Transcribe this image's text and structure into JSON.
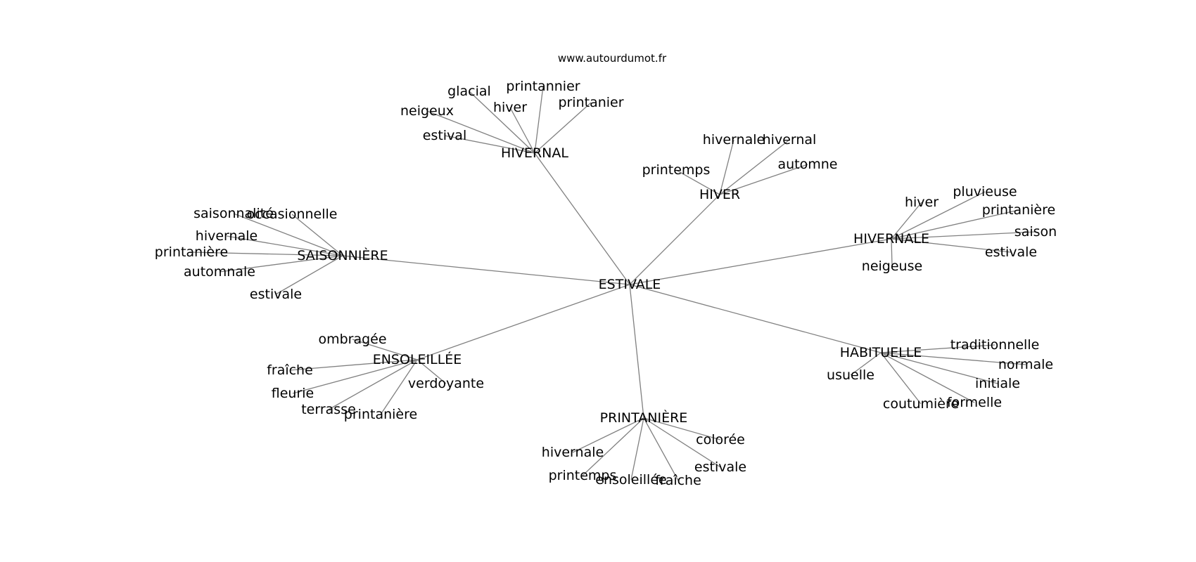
{
  "source": "www.autourdumot.fr",
  "colors": {
    "edge": "#808080",
    "text": "#000000",
    "background": "#ffffff"
  },
  "graph": {
    "center": "ESTIVALE",
    "clusters": [
      {
        "hub": "HIVERNAL",
        "leaves": [
          "glacial",
          "printannier",
          "hiver",
          "printanier",
          "neigeux",
          "estival"
        ]
      },
      {
        "hub": "HIVER",
        "leaves": [
          "hivernale",
          "hivernal",
          "automne",
          "printemps"
        ]
      },
      {
        "hub": "HIVERNALE",
        "leaves": [
          "hiver",
          "pluvieuse",
          "printanière",
          "saison",
          "estivale",
          "neigeuse"
        ]
      },
      {
        "hub": "HABITUELLE",
        "leaves": [
          "traditionnelle",
          "normale",
          "initiale",
          "formelle",
          "coutumière",
          "usuelle"
        ]
      },
      {
        "hub": "PRINTANIÈRE",
        "leaves": [
          "colorée",
          "estivale",
          "fraîche",
          "ensoleillée",
          "printemps",
          "hivernale"
        ]
      },
      {
        "hub": "ENSOLEILLÉE",
        "leaves": [
          "ombragée",
          "verdoyante",
          "printanière",
          "terrasse",
          "fleurie",
          "fraîche"
        ]
      },
      {
        "hub": "SAISONNIÈRE",
        "leaves": [
          "saisonnalité",
          "occasionnelle",
          "hivernale",
          "printanière",
          "automnale",
          "estivale"
        ]
      }
    ]
  }
}
